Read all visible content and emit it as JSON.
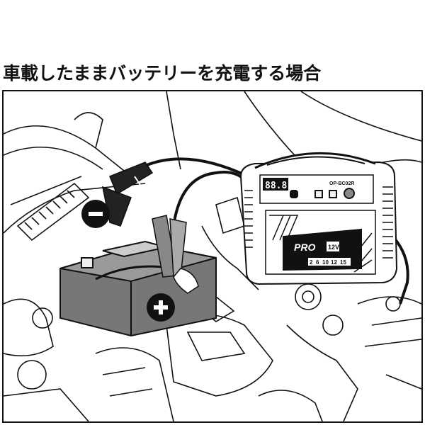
{
  "title": "車載したままバッテリーを充電する場合",
  "labels": {
    "negative": "−",
    "positive": "+"
  },
  "charger": {
    "display": "88.8",
    "model": "OP-BC02R",
    "brand": "PRO",
    "voltage": "12V",
    "capacities": [
      "2",
      "6",
      "10",
      "12",
      "15"
    ]
  },
  "colors": {
    "line": "#111111",
    "background": "#ffffff"
  }
}
